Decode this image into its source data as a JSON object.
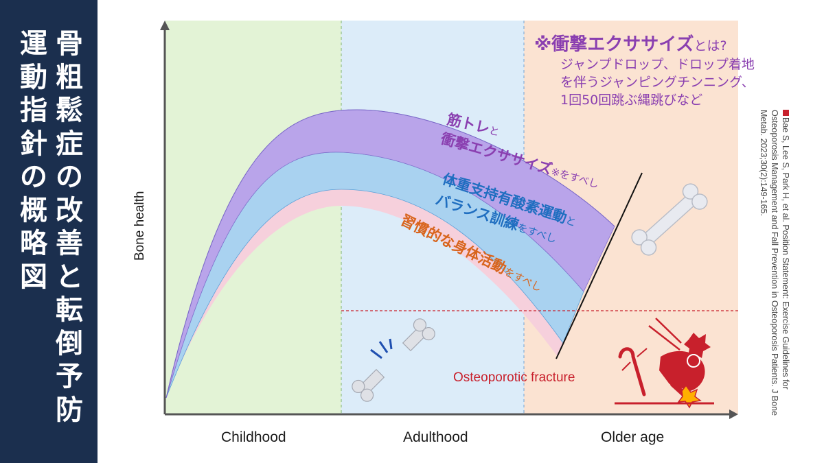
{
  "sidebar": {
    "title_col1": "骨粗鬆症の改善と転倒予防",
    "title_col2": "運動指針の概略図"
  },
  "axes": {
    "ylabel": "Bone health",
    "stages": [
      "Childhood",
      "Adulthood",
      "Older age"
    ]
  },
  "bands": {
    "top": {
      "main1": "筋トレ",
      "small1": "と",
      "main2": "衝撃エクササイズ",
      "small2": "※をすべし"
    },
    "middle": {
      "main1": "体重支持有酸素運動",
      "small1": "と",
      "main2": "バランス訓練",
      "small2": "をすべし"
    },
    "bottom": {
      "main1": "習慣的な身体活動",
      "small1": "をすべし"
    }
  },
  "callout": {
    "title": "※衝撃エクササイズ",
    "suffix": "とは?",
    "lines": [
      "ジャンプドロップ、ドロップ着地",
      "を伴うジャンピングチンニング、",
      "1回50回跳ぶ縄跳びなど"
    ]
  },
  "citation": "Bae S, Lee S, Park H, et al. Position Statement: Exercise Guidelines for Osteoporosis Management and Fall Prevention in Osteoporosis Patients. J Bone Metab. 2023;30(2):149-165.",
  "fracture_label": "Osteoporotic fracture",
  "colors": {
    "sidebar": "#1b2f4e",
    "childhood_bg": "#e3f3d6",
    "adulthood_bg": "#dcecf9",
    "olderage_bg": "#fbe3d2",
    "band_top": "#b9a4ea",
    "band_middle": "#a9d2f0",
    "band_bottom": "#f6d0dc",
    "text_purple": "#8a3fb0",
    "text_blue": "#1f6ec0",
    "text_orange": "#d8641c",
    "fracture_red": "#c8202c"
  }
}
